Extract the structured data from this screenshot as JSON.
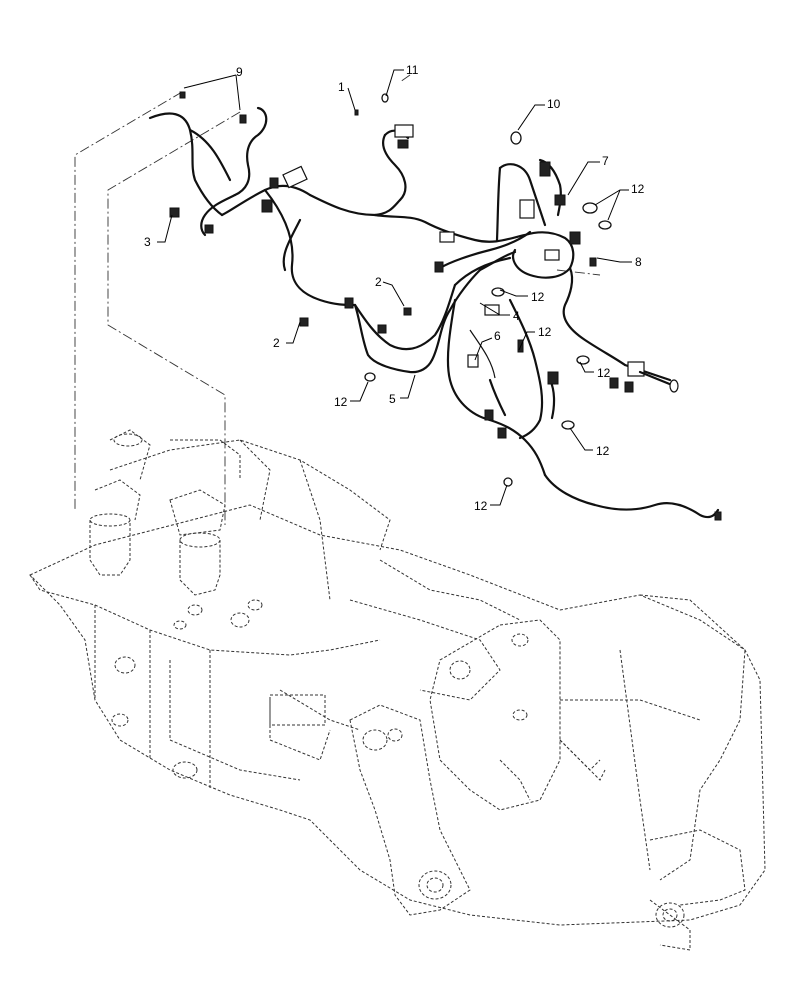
{
  "callouts": {
    "c1": "1",
    "c2a": "2",
    "c2b": "2",
    "c3": "3",
    "c4": "4",
    "c5": "5",
    "c6": "6",
    "c7": "7",
    "c8": "8",
    "c9": "9",
    "c10": "10",
    "c11": "11",
    "c12a": "12",
    "c12b": "12",
    "c12c": "12",
    "c12d": "12",
    "c12e": "12",
    "c12f": "12",
    "c12g": "12"
  }
}
